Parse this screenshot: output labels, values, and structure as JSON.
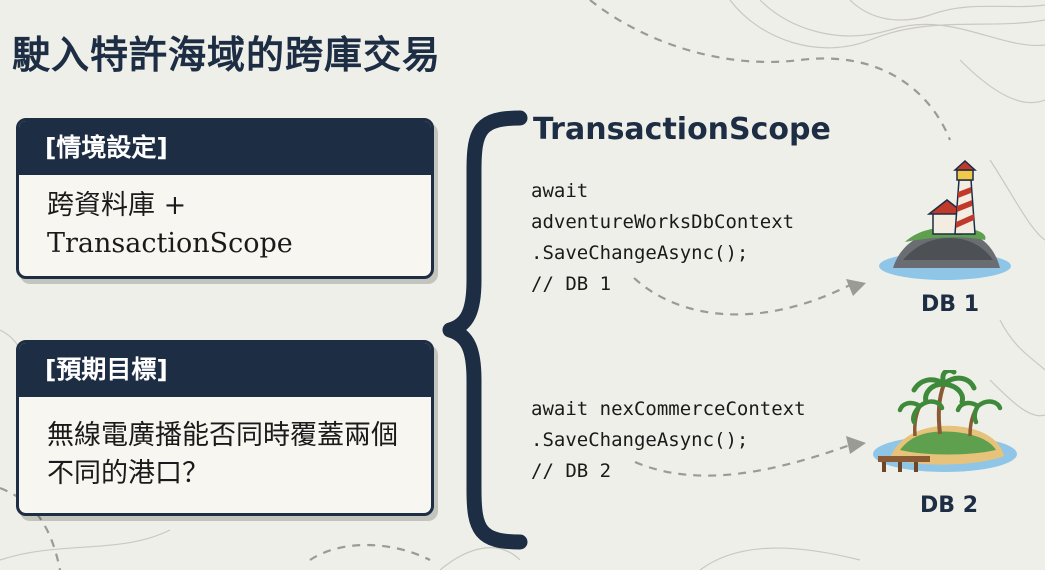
{
  "title": "駛入特許海域的跨庫交易",
  "scenario": {
    "header": "[情境設定]",
    "body": "跨資料庫 + TransactionScope"
  },
  "goal": {
    "header": "[預期目標]",
    "line1": "無線電廣播能否同時覆蓋兩個",
    "line2": "不同的港口？"
  },
  "scope": {
    "title": "TransactionScope",
    "code1": [
      "await",
      "adventureWorksDbContext",
      ".SaveChangeAsync();",
      "// DB 1"
    ],
    "code2": [
      "await nexCommerceContext",
      ".SaveChangeAsync();",
      "// DB 2"
    ]
  },
  "db1": {
    "label": "DB 1",
    "icon": "lighthouse-island-icon"
  },
  "db2": {
    "label": "DB 2",
    "icon": "palm-island-icon"
  },
  "colors": {
    "navy": "#1d2d44",
    "background": "#efefe9",
    "sea": "#8fc6e8"
  }
}
